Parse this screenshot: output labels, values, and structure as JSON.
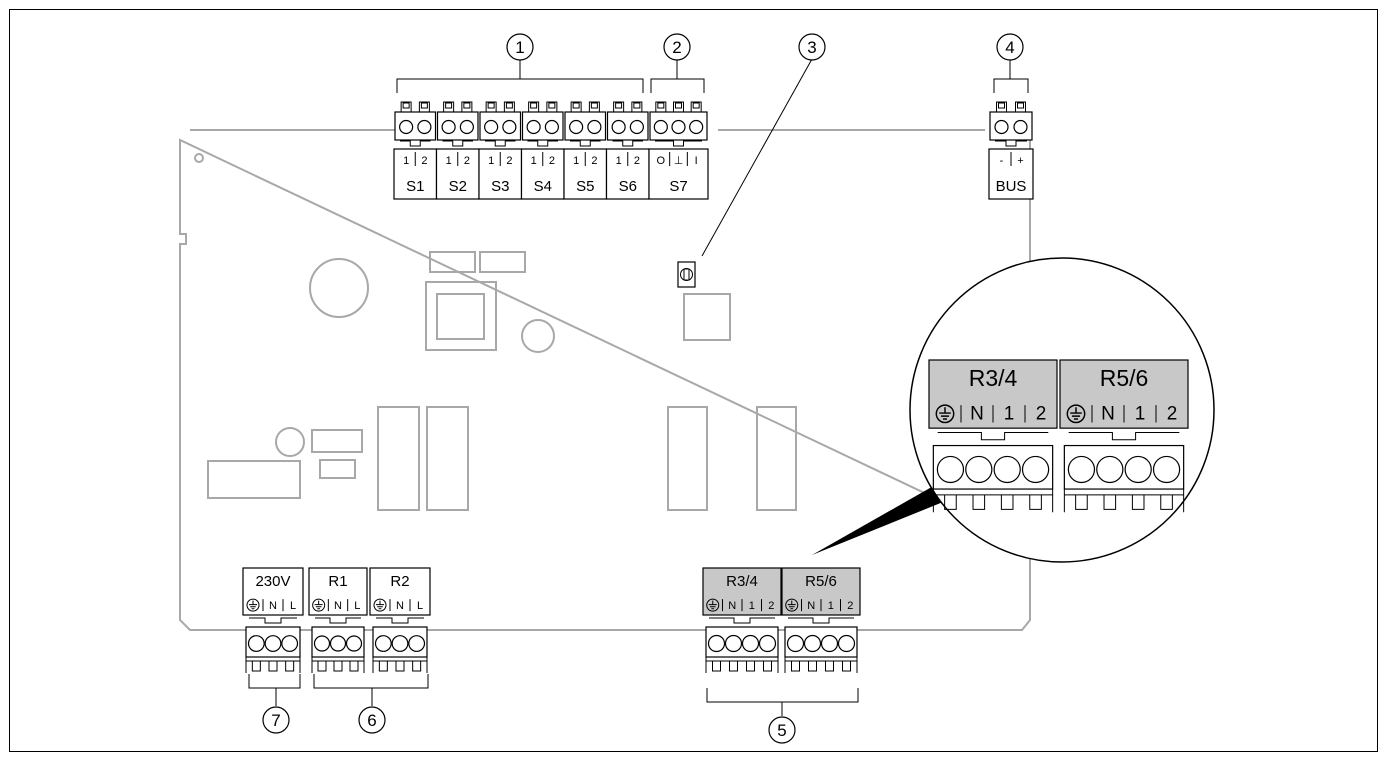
{
  "callouts": [
    "1",
    "2",
    "3",
    "4",
    "5",
    "6",
    "7"
  ],
  "sensor_terminals": [
    {
      "label": "S1",
      "pins": [
        "1",
        "2"
      ]
    },
    {
      "label": "S2",
      "pins": [
        "1",
        "2"
      ]
    },
    {
      "label": "S3",
      "pins": [
        "1",
        "2"
      ]
    },
    {
      "label": "S4",
      "pins": [
        "1",
        "2"
      ]
    },
    {
      "label": "S5",
      "pins": [
        "1",
        "2"
      ]
    },
    {
      "label": "S6",
      "pins": [
        "1",
        "2"
      ]
    }
  ],
  "s7_terminal": {
    "label": "S7",
    "pins": [
      "O",
      "⊥",
      "I"
    ]
  },
  "bus_terminal": {
    "label": "BUS",
    "pins": [
      "-",
      "+"
    ]
  },
  "power_terminals": [
    {
      "label": "230V",
      "pins": [
        "N",
        "L"
      ]
    },
    {
      "label": "R1",
      "pins": [
        "N",
        "L"
      ]
    },
    {
      "label": "R2",
      "pins": [
        "N",
        "L"
      ]
    }
  ],
  "relay_terminals": [
    {
      "label": "R3/4",
      "pins": [
        "N",
        "1",
        "2"
      ]
    },
    {
      "label": "R5/6",
      "pins": [
        "N",
        "1",
        "2"
      ]
    }
  ],
  "colors": {
    "board_outline": "#a8a8a8",
    "terminal_fill_grey": "#c8c8c8",
    "line": "#000000"
  }
}
